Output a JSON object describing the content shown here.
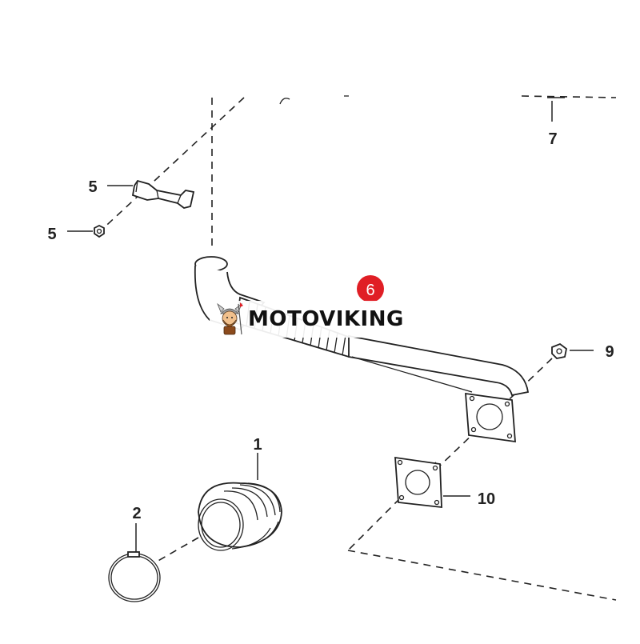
{
  "callouts": {
    "c1": "1",
    "c2": "2",
    "c5a": "5",
    "c5b": "5",
    "c6": "6",
    "c7": "7",
    "c9": "9",
    "c10": "10"
  },
  "watermark": {
    "text": "MOTOVIKING",
    "logo_icon": "viking-mascot-icon"
  },
  "colors": {
    "highlight_badge": "#e01e25",
    "line": "#222222",
    "background": "#ffffff"
  }
}
